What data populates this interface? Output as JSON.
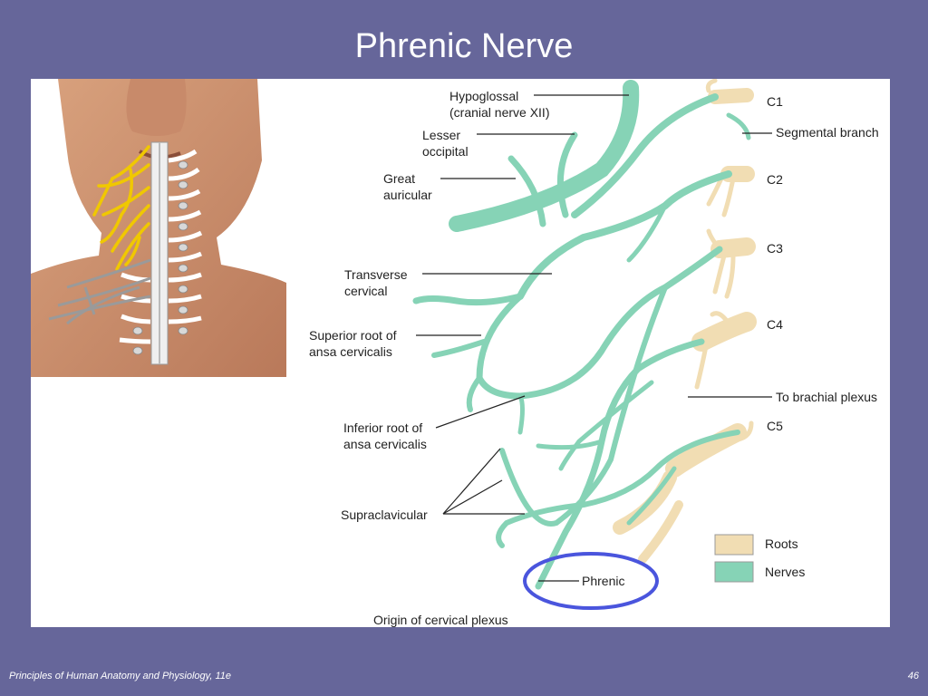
{
  "slide": {
    "title": "Phrenic Nerve",
    "footer_source": "Principles of Human Anatomy and Physiology, 11e",
    "page_number": "46"
  },
  "colors": {
    "background": "#66669a",
    "nerve": "#86d3b6",
    "root": "#f1ddb3",
    "highlight_ring": "#4a55dd",
    "inset_nerve": "#f0c800"
  },
  "figure": {
    "labels": {
      "hypoglossal_1": "Hypoglossal",
      "hypoglossal_2": "(cranial nerve XII)",
      "lesser_1": "Lesser",
      "lesser_2": "occipital",
      "great_1": "Great",
      "great_2": "auricular",
      "transverse_1": "Transverse",
      "transverse_2": "cervical",
      "superior_1": "Superior root of",
      "superior_2": "ansa cervicalis",
      "inferior_1": "Inferior root of",
      "inferior_2": "ansa cervicalis",
      "supraclavicular": "Supraclavicular",
      "phrenic": "Phrenic",
      "origin": "Origin of cervical plexus",
      "c1": "C1",
      "c2": "C2",
      "c3": "C3",
      "c4": "C4",
      "c5": "C5",
      "segmental": "Segmental branch",
      "brachial": "To brachial plexus"
    },
    "legend": {
      "roots": "Roots",
      "nerves": "Nerves"
    }
  }
}
